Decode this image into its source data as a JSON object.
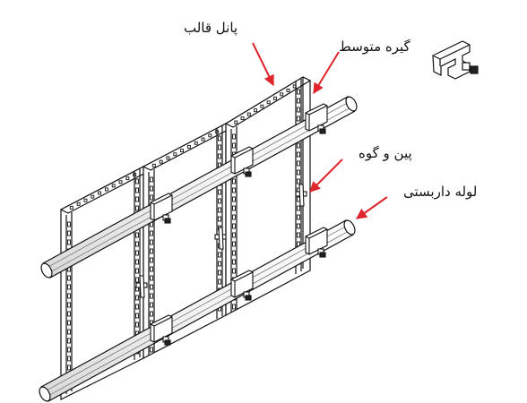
{
  "labels": {
    "panel": "پانل قالب",
    "clamp": "گیره متوسط",
    "pin_wedge": "پین و گوه",
    "pipe": "لوله داربستی"
  },
  "colors": {
    "arrow": "#e0242b",
    "line": "#111111"
  }
}
